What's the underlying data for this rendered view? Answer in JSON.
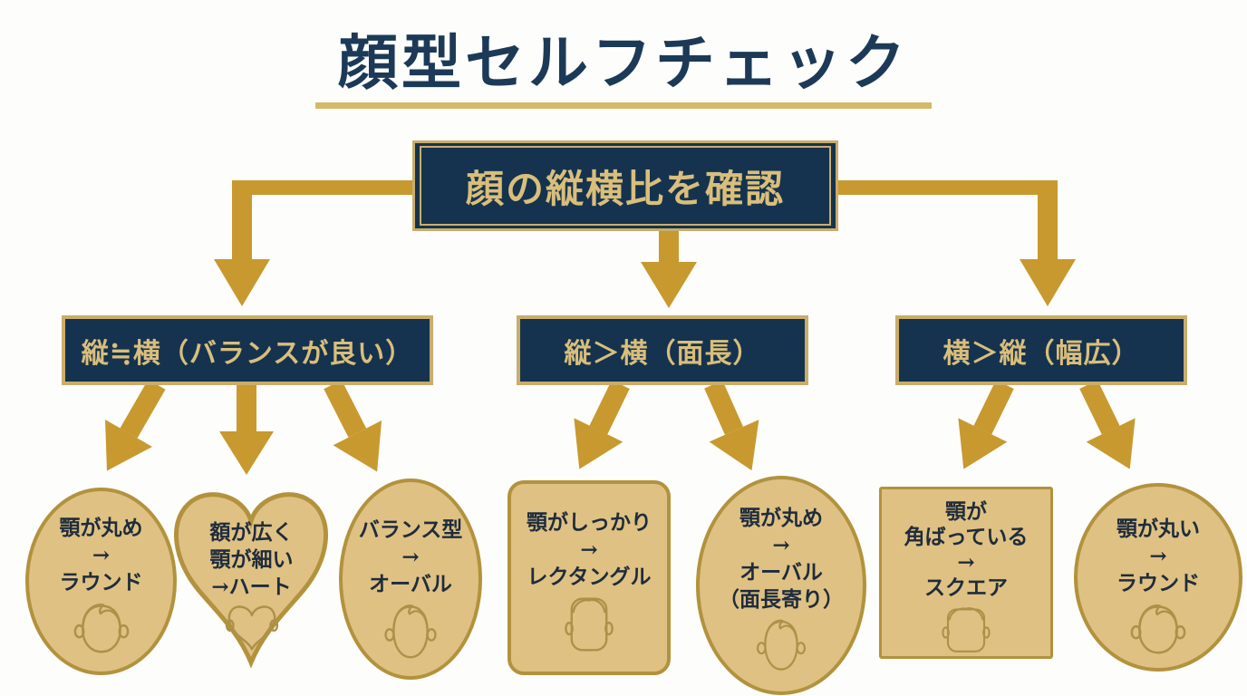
{
  "title": "顔型セルフチェック",
  "root": {
    "label": "顔の縦横比を確認"
  },
  "branches": [
    {
      "label": "縦≒横（バランスが良い）"
    },
    {
      "label": "縦＞横（面長）"
    },
    {
      "label": "横＞縦（幅広）"
    }
  ],
  "leaves": [
    {
      "shape": "oval",
      "icon": "round-face-icon",
      "lines": [
        "顎が丸め",
        "→",
        "ラウンド"
      ]
    },
    {
      "shape": "heart",
      "icon": "heart-face-icon",
      "lines": [
        "額が広く",
        "顎が細い",
        "→ハート"
      ]
    },
    {
      "shape": "oval",
      "icon": "oval-face-icon",
      "lines": [
        "バランス型",
        "→",
        "オーバル"
      ]
    },
    {
      "shape": "rounded-rect",
      "icon": "rectangle-face-icon",
      "lines": [
        "顎がしっかり",
        "→",
        "レクタングル"
      ]
    },
    {
      "shape": "oval",
      "icon": "oval-face-icon",
      "lines": [
        "顎が丸め",
        "→",
        "オーバル",
        "（面長寄り）"
      ]
    },
    {
      "shape": "square",
      "icon": "square-face-icon",
      "lines": [
        "顎が",
        "角ばっている",
        "→",
        "スクエア"
      ]
    },
    {
      "shape": "circle",
      "icon": "round-face-icon",
      "lines": [
        "顎が丸い",
        "→",
        "ラウンド"
      ]
    }
  ],
  "colors": {
    "navy": "#15334E",
    "gold_frame": "#C9AD6C",
    "gold_text": "#D9BE7C",
    "arrow": "#C7992F",
    "leaf_fill": "#DFC183",
    "leaf_border": "#B2923C",
    "leaf_text": "#1E2C3C",
    "icon_stroke": "#AD9148",
    "underline": "#D5B96A",
    "title_text": "#1C3A57"
  }
}
